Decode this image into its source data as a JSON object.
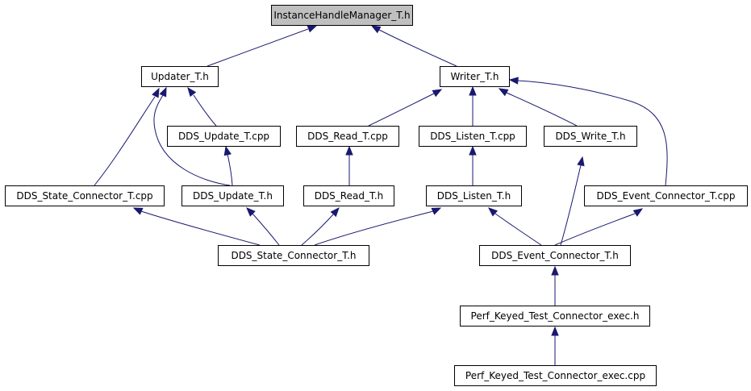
{
  "diagram": {
    "colors": {
      "edge": "#191970",
      "root_fill": "#bfbfbf",
      "node_fill": "#ffffff",
      "border": "#000000"
    },
    "nodes": {
      "instance_handle_manager_t_h": "InstanceHandleManager_T.h",
      "updater_t_h": "Updater_T.h",
      "writer_t_h": "Writer_T.h",
      "dds_update_t_cpp": "DDS_Update_T.cpp",
      "dds_read_t_cpp": "DDS_Read_T.cpp",
      "dds_listen_t_cpp": "DDS_Listen_T.cpp",
      "dds_write_t_h": "DDS_Write_T.h",
      "dds_state_connector_t_cpp": "DDS_State_Connector_T.cpp",
      "dds_update_t_h": "DDS_Update_T.h",
      "dds_read_t_h": "DDS_Read_T.h",
      "dds_listen_t_h": "DDS_Listen_T.h",
      "dds_event_connector_t_cpp": "DDS_Event_Connector_T.cpp",
      "dds_state_connector_t_h": "DDS_State_Connector_T.h",
      "dds_event_connector_t_h": "DDS_Event_Connector_T.h",
      "perf_keyed_test_connector_exec_h": "Perf_Keyed_Test_Connector_exec.h",
      "perf_keyed_test_connector_exec_cpp": "Perf_Keyed_Test_Connector_exec.cpp"
    },
    "edges": [
      {
        "from": "updater_t_h",
        "to": "instance_handle_manager_t_h"
      },
      {
        "from": "writer_t_h",
        "to": "instance_handle_manager_t_h"
      },
      {
        "from": "dds_state_connector_t_cpp",
        "to": "updater_t_h"
      },
      {
        "from": "dds_update_t_h",
        "to": "updater_t_h"
      },
      {
        "from": "dds_update_t_cpp",
        "to": "updater_t_h"
      },
      {
        "from": "dds_update_t_cpp",
        "to": "dds_update_t_h"
      },
      {
        "from": "dds_read_t_cpp",
        "to": "writer_t_h"
      },
      {
        "from": "dds_listen_t_cpp",
        "to": "writer_t_h"
      },
      {
        "from": "dds_write_t_h",
        "to": "writer_t_h"
      },
      {
        "from": "dds_event_connector_t_cpp",
        "to": "writer_t_h"
      },
      {
        "from": "dds_read_t_cpp",
        "to": "dds_read_t_h"
      },
      {
        "from": "dds_listen_t_cpp",
        "to": "dds_listen_t_h"
      },
      {
        "from": "dds_event_connector_t_h",
        "to": "dds_write_t_h"
      },
      {
        "from": "dds_state_connector_t_h",
        "to": "dds_state_connector_t_cpp"
      },
      {
        "from": "dds_state_connector_t_h",
        "to": "dds_update_t_h"
      },
      {
        "from": "dds_state_connector_t_h",
        "to": "dds_read_t_h"
      },
      {
        "from": "dds_state_connector_t_h",
        "to": "dds_listen_t_h"
      },
      {
        "from": "dds_event_connector_t_h",
        "to": "dds_listen_t_h"
      },
      {
        "from": "dds_event_connector_t_h",
        "to": "dds_event_connector_t_cpp"
      },
      {
        "from": "perf_keyed_test_connector_exec_h",
        "to": "dds_event_connector_t_h"
      },
      {
        "from": "perf_keyed_test_connector_exec_cpp",
        "to": "perf_keyed_test_connector_exec_h"
      }
    ]
  }
}
